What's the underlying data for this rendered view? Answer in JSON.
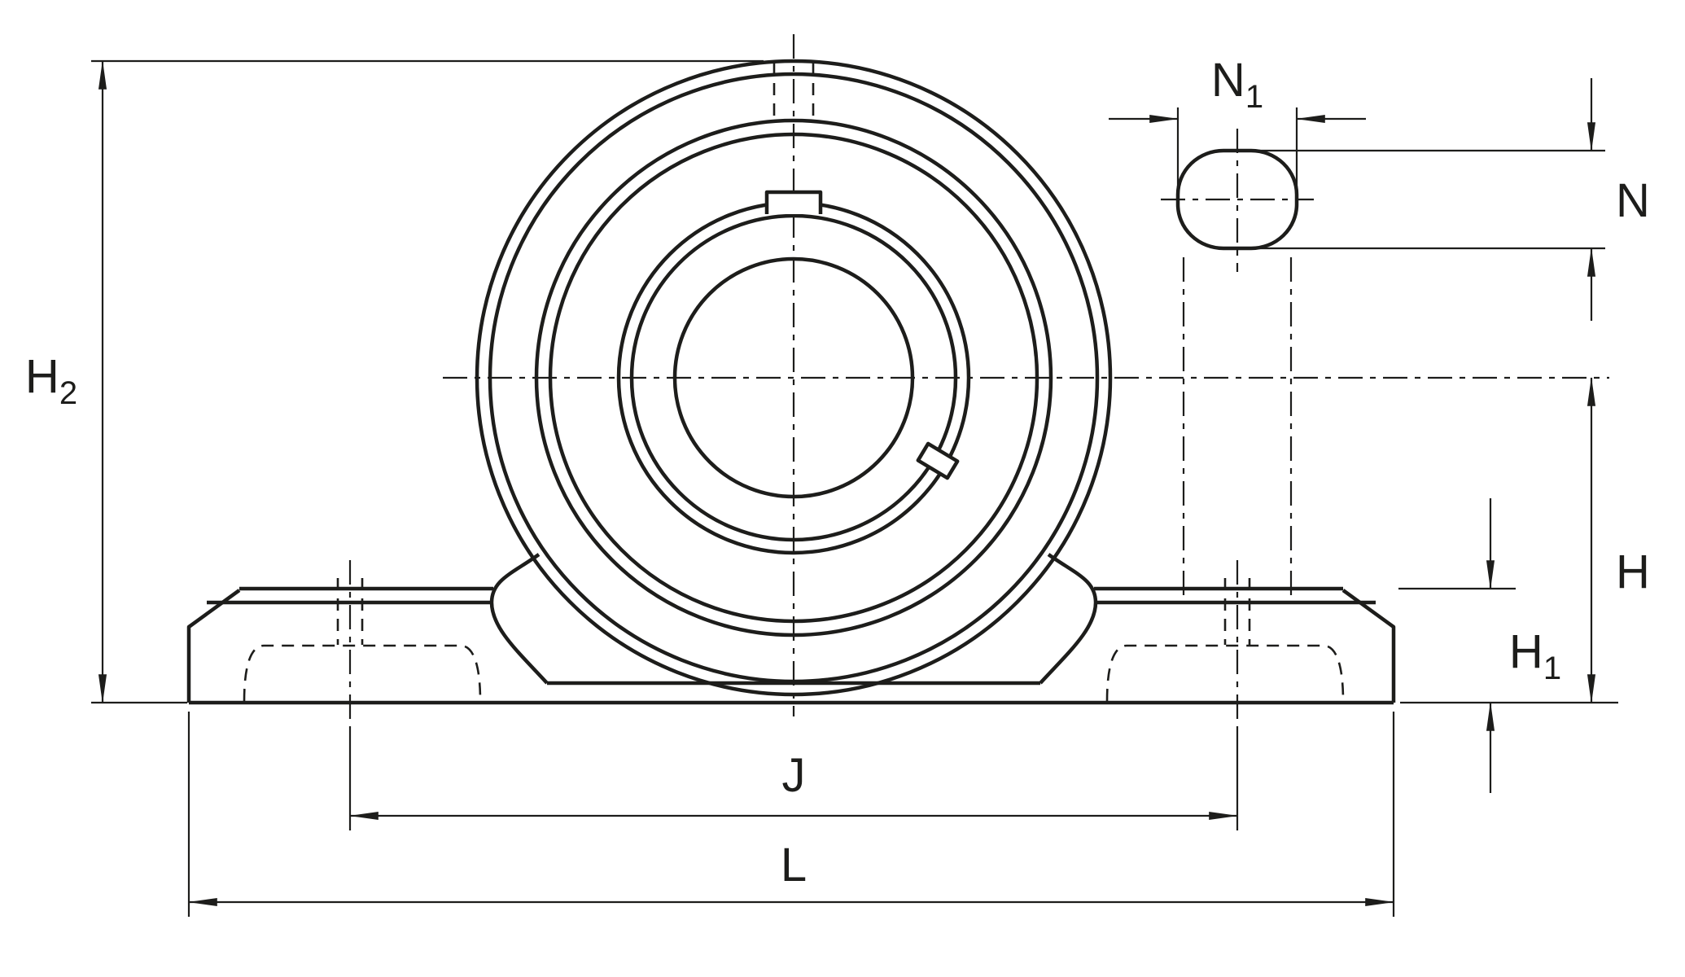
{
  "diagram": {
    "type": "technical-dimension-drawing",
    "subject": "pillow-block-bearing-unit-front-view",
    "colors": {
      "line": "#1d1d1b",
      "background": "#ffffff"
    },
    "dimension_labels": {
      "h2": {
        "base": "H",
        "sub": "2"
      },
      "n1": {
        "base": "N",
        "sub": "1"
      },
      "n": {
        "base": "N"
      },
      "h": {
        "base": "H"
      },
      "h1": {
        "base": "H",
        "sub": "1"
      },
      "j": {
        "base": "J"
      },
      "l": {
        "base": "L"
      }
    }
  }
}
